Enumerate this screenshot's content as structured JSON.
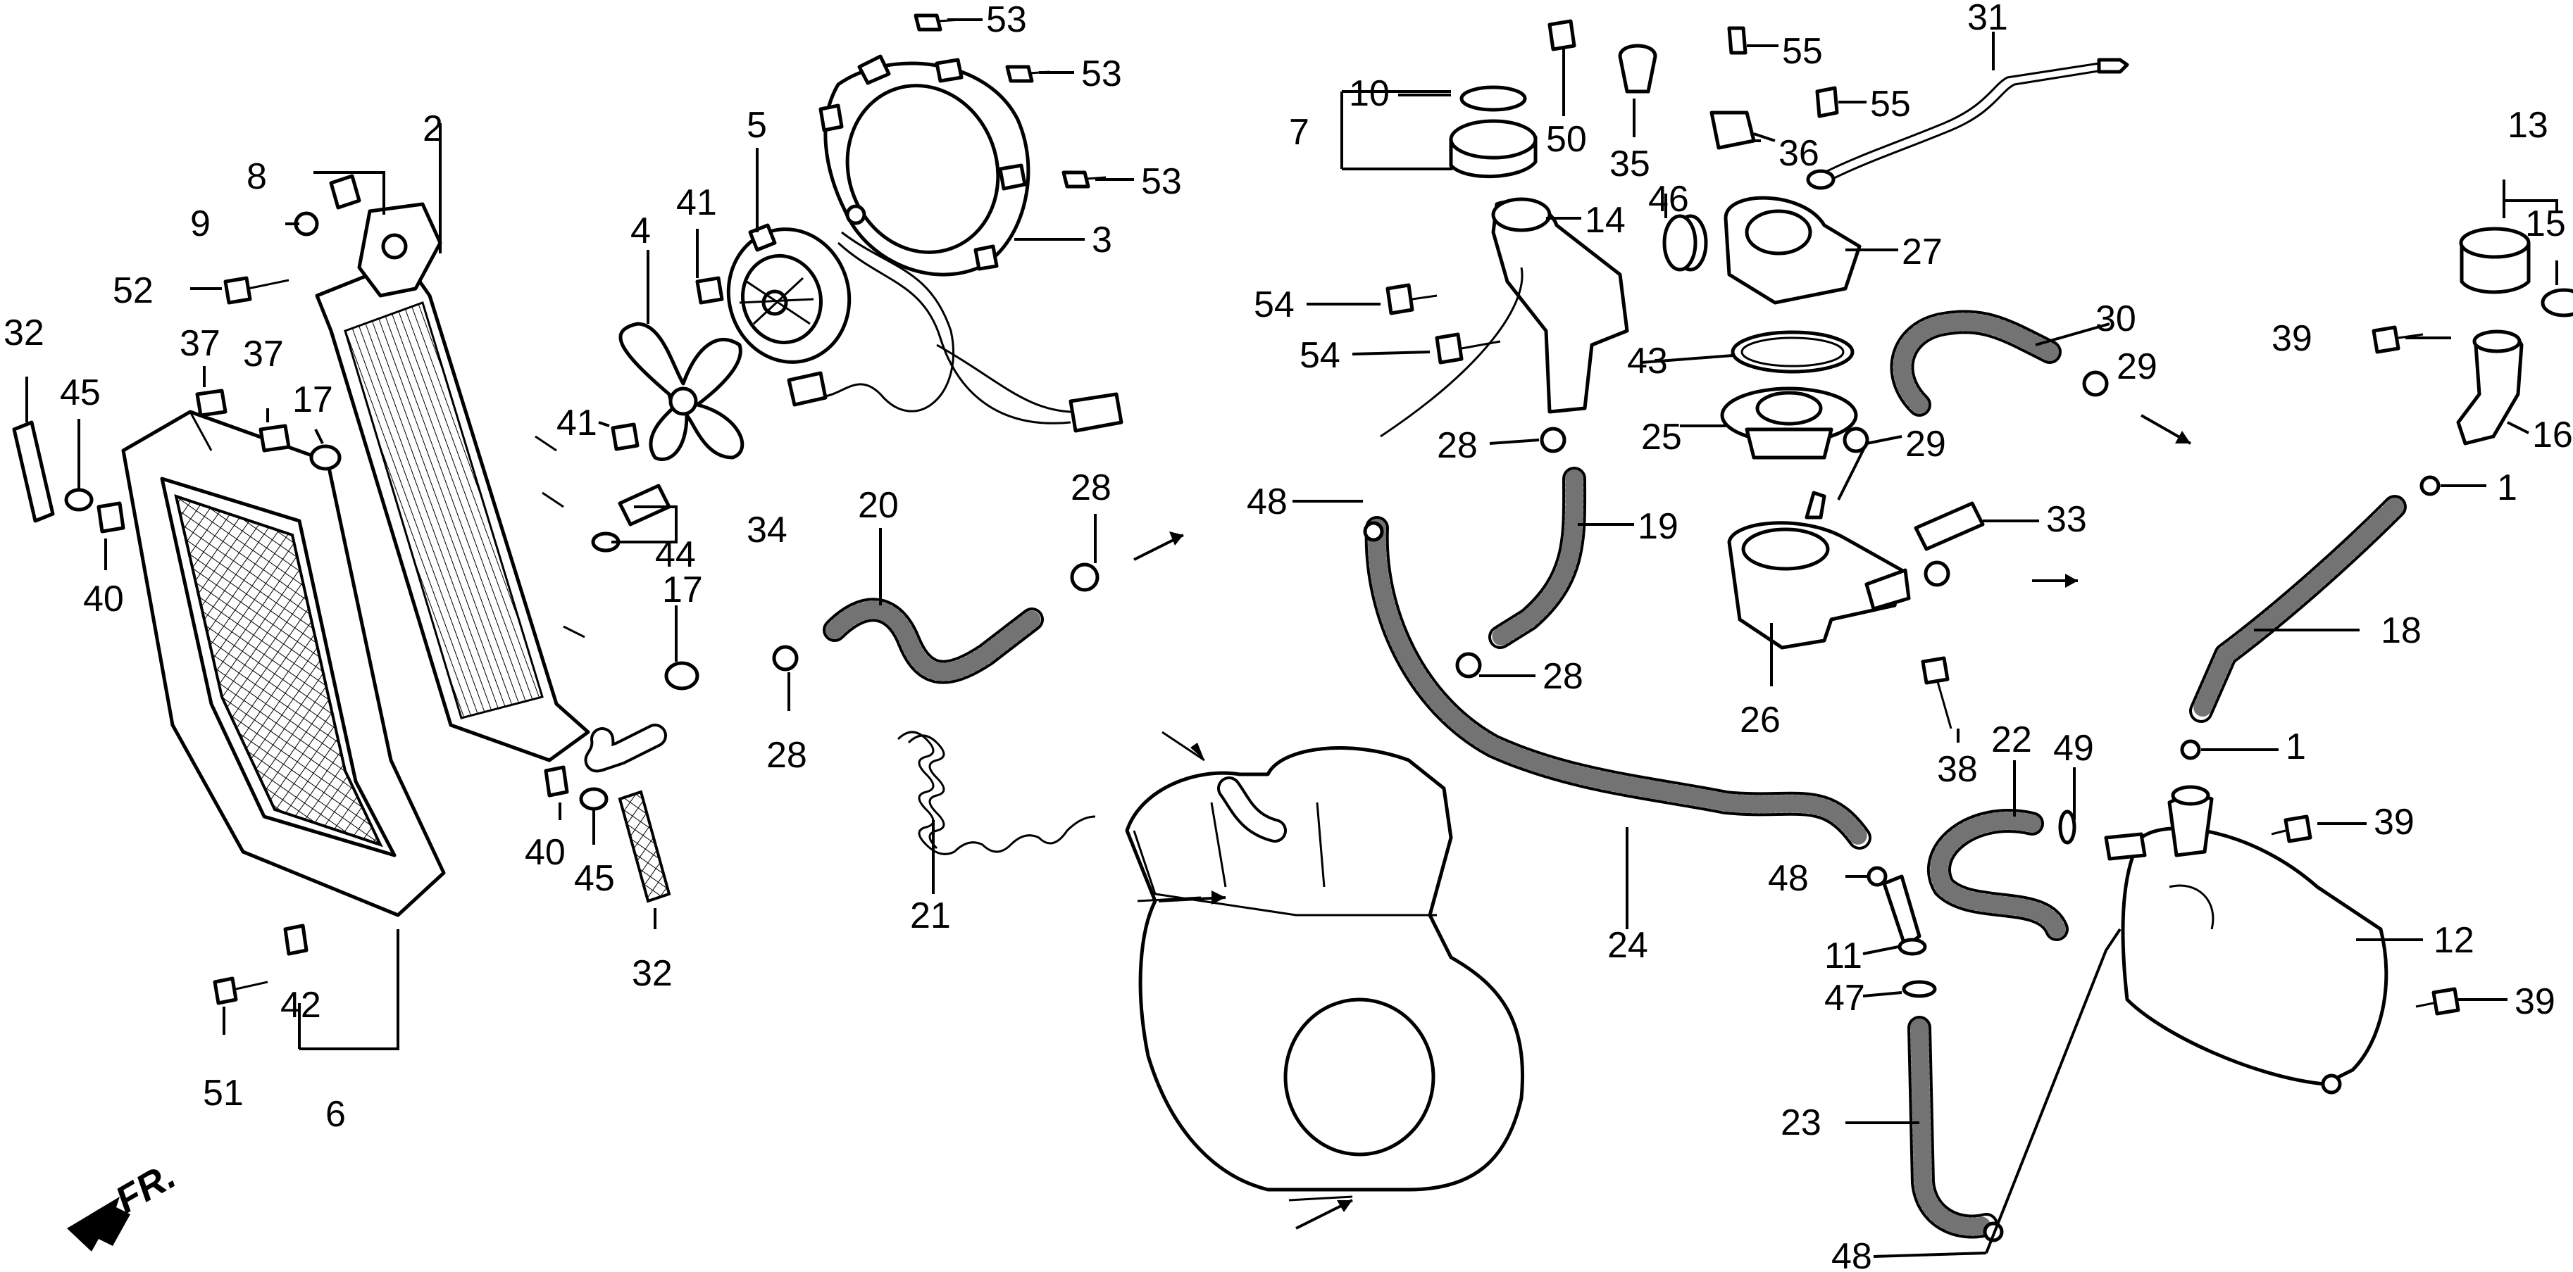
{
  "callouts": {
    "c1a": "1",
    "c1b": "1",
    "c2": "2",
    "c3": "3",
    "c4": "4",
    "c5": "5",
    "c6": "6",
    "c7": "7",
    "c8": "8",
    "c9": "9",
    "c10": "10",
    "c11": "11",
    "c12": "12",
    "c13": "13",
    "c14": "14",
    "c15": "15",
    "c16": "16",
    "c17a": "17",
    "c17b": "17",
    "c18": "18",
    "c19": "19",
    "c20": "20",
    "c21": "21",
    "c22": "22",
    "c23": "23",
    "c24": "24",
    "c25": "25",
    "c26": "26",
    "c27": "27",
    "c28a": "28",
    "c28b": "28",
    "c28c": "28",
    "c28d": "28",
    "c29a": "29",
    "c29b": "29",
    "c30": "30",
    "c31": "31",
    "c32a": "32",
    "c32b": "32",
    "c33": "33",
    "c34": "34",
    "c35": "35",
    "c36": "36",
    "c37a": "37",
    "c37b": "37",
    "c38": "38",
    "c39a": "39",
    "c39b": "39",
    "c39c": "39",
    "c40a": "40",
    "c40b": "40",
    "c41a": "41",
    "c41b": "41",
    "c42": "42",
    "c43": "43",
    "c44": "44",
    "c45a": "45",
    "c45b": "45",
    "c46": "46",
    "c47": "47",
    "c48a": "48",
    "c48b": "48",
    "c48c": "48",
    "c49": "49",
    "c50": "50",
    "c51": "51",
    "c52": "52",
    "c53a": "53",
    "c53b": "53",
    "c53c": "53",
    "c54a": "54",
    "c54b": "54",
    "c55a": "55",
    "c55b": "55"
  },
  "front_marker": "FR."
}
